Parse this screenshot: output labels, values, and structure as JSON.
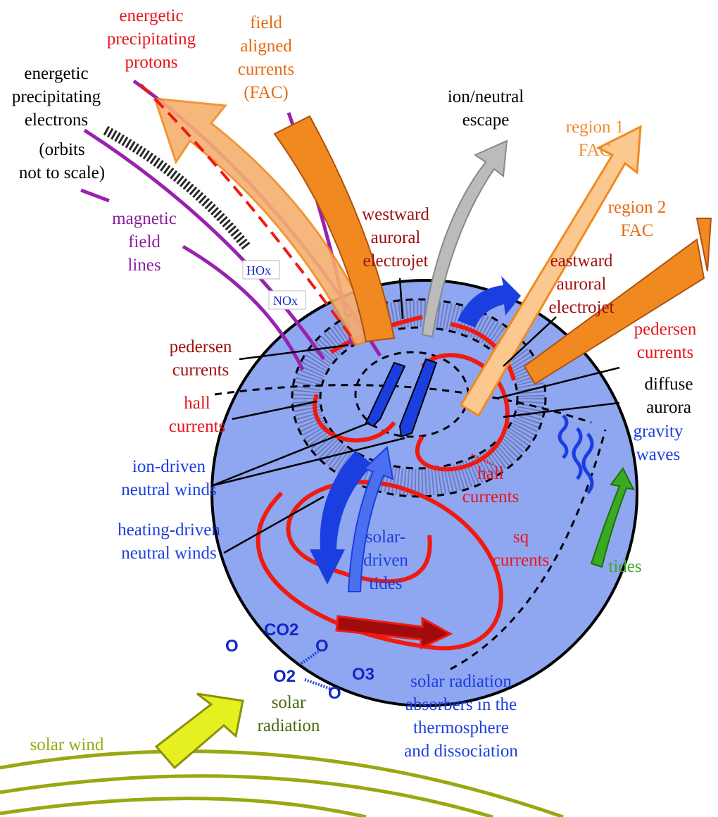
{
  "labels": {
    "protons": [
      "energetic",
      "precipitating",
      "protons"
    ],
    "fac": [
      "field",
      "aligned",
      "currents",
      "(FAC)"
    ],
    "electrons": [
      "energetic",
      "precipitating",
      "electrons"
    ],
    "orbits": [
      "(orbits",
      "not to scale)"
    ],
    "field_lines": [
      "magnetic",
      "field",
      "lines"
    ],
    "escape": [
      "ion/neutral",
      "escape"
    ],
    "region1": [
      "region 1",
      "FAC"
    ],
    "region2": [
      "region 2",
      "FAC"
    ],
    "westward": [
      "westward",
      "auroral",
      "electrojet"
    ],
    "eastward": [
      "eastward",
      "auroral",
      "electrojet"
    ],
    "pedersen_left": [
      "pedersen",
      "currents"
    ],
    "pedersen_right": [
      "pedersen",
      "currents"
    ],
    "hall_left": [
      "hall",
      "currents"
    ],
    "diffuse": [
      "diffuse",
      "aurora"
    ],
    "gravity": [
      "gravity",
      "waves"
    ],
    "ion_winds": [
      "ion-driven",
      "neutral winds"
    ],
    "heating_winds": [
      "heating-driven",
      "neutral winds"
    ],
    "hall_right": [
      "hall",
      "currents"
    ],
    "solar_tides": [
      "solar-",
      "driven",
      "tides"
    ],
    "sq": [
      "sq",
      "currents"
    ],
    "tides": [
      "tides"
    ],
    "absorbers": [
      "solar radiation",
      "absorbers in the",
      "thermosphere",
      "and dissociation"
    ],
    "solar_radiation": [
      "solar",
      "radiation"
    ],
    "solar_wind": [
      "solar wind"
    ]
  },
  "boxes": {
    "hox": "HOx",
    "nox": "NOx"
  },
  "chemistry": {
    "o1": "O",
    "co2": "CO2",
    "o2a": "O",
    "o2": "O2",
    "o3": "O",
    "ozone": "O3"
  },
  "colors": {
    "globe": "#8fa6f0",
    "current_red": "#f01a10",
    "electrojet_dark_red": "#a00c0c",
    "fac_orange": "#f08a20",
    "field_line_purple": "#9a20b0",
    "wind_blue": "#1a3ee0",
    "tides_green": "#3aaa20",
    "solar_yellow": "#e6f020",
    "solar_wind_olive": "#9aa810"
  }
}
